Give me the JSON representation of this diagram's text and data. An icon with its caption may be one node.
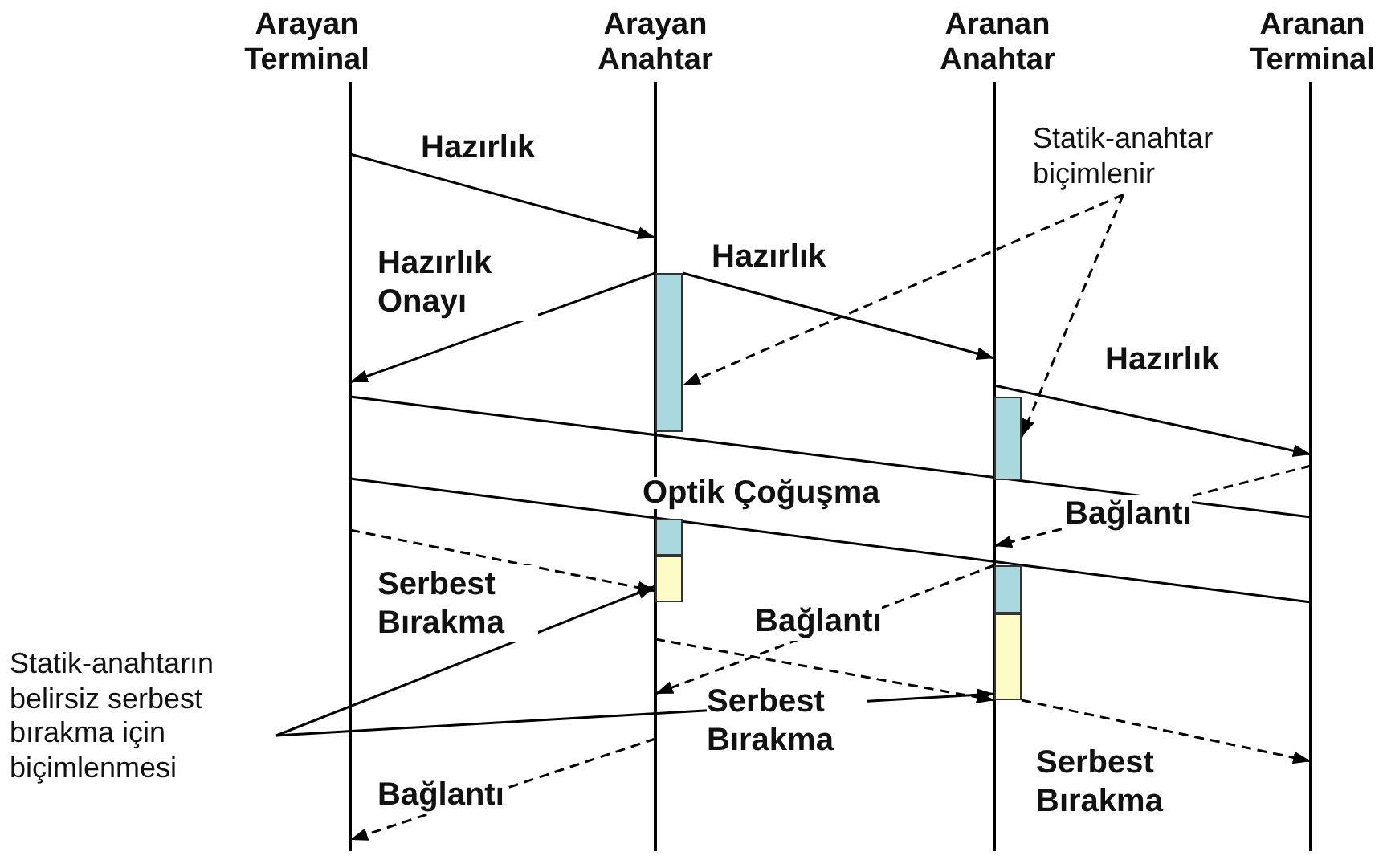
{
  "diagram": {
    "nodes": [
      {
        "text": [
          "Arayan Terminal"
        ]
      },
      {
        "text": [
          "Arayan Anahtar"
        ]
      },
      {
        "text": [
          "Aranan Anahtar"
        ]
      },
      {
        "text": [
          "Aranan Terminal"
        ]
      },
      {
        "text": [],
        "shape": "bar"
      },
      {
        "text": [],
        "shape": "bar"
      },
      {
        "text": [],
        "shape": "bar"
      },
      {
        "text": [],
        "shape": "bar"
      },
      {
        "text": [],
        "shape": "bar"
      },
      {
        "text": [],
        "shape": "bar"
      },
      {
        "text": [
          "Statik-anahtar biçimlenir"
        ]
      },
      {
        "text": [
          "Statik-anahtarın belirsiz serbest bırakma için biçimlenmesi"
        ]
      }
    ],
    "edges": [
      {
        "from": 0,
        "to": 1,
        "arrow": "to",
        "label": "Hazırlık"
      },
      {
        "from": 4,
        "to": 0,
        "arrow": "to",
        "label": "Hazırlık Onayı"
      },
      {
        "from": 4,
        "to": 2,
        "arrow": "to",
        "label": "Hazırlık"
      },
      {
        "from": 2,
        "to": 3,
        "arrow": "to",
        "label": "Hazırlık"
      },
      {
        "from": 0,
        "to": 3,
        "arrow": "none"
      },
      {
        "from": 0,
        "to": 3,
        "arrow": "none"
      },
      {
        "from": 3,
        "to": 2,
        "arrow": "to",
        "label": "Bağlantı",
        "style": "dashed"
      },
      {
        "from": 8,
        "to": 1,
        "arrow": "to",
        "label": "Bağlantı",
        "style": "dashed"
      },
      {
        "from": 1,
        "to": 0,
        "arrow": "to",
        "label": "Bağlantı",
        "style": "dashed"
      },
      {
        "from": 0,
        "to": 7,
        "arrow": "to",
        "label": "Serbest Bırakma",
        "style": "dashed"
      },
      {
        "from": 1,
        "to": 9,
        "arrow": "to",
        "label": "Serbest Bırakma",
        "style": "dashed"
      },
      {
        "from": 9,
        "to": 3,
        "arrow": "to",
        "label": "Serbest Bırakma",
        "style": "dashed"
      },
      {
        "from": 10,
        "to": 4,
        "arrow": "to",
        "style": "dashed"
      },
      {
        "from": 10,
        "to": 5,
        "arrow": "to",
        "style": "dashed"
      },
      {
        "from": 11,
        "to": 7,
        "arrow": "to"
      },
      {
        "from": 11,
        "to": 9,
        "arrow": "to"
      }
    ],
    "labels": [
      "Optik Çoğuşma"
    ]
  }
}
